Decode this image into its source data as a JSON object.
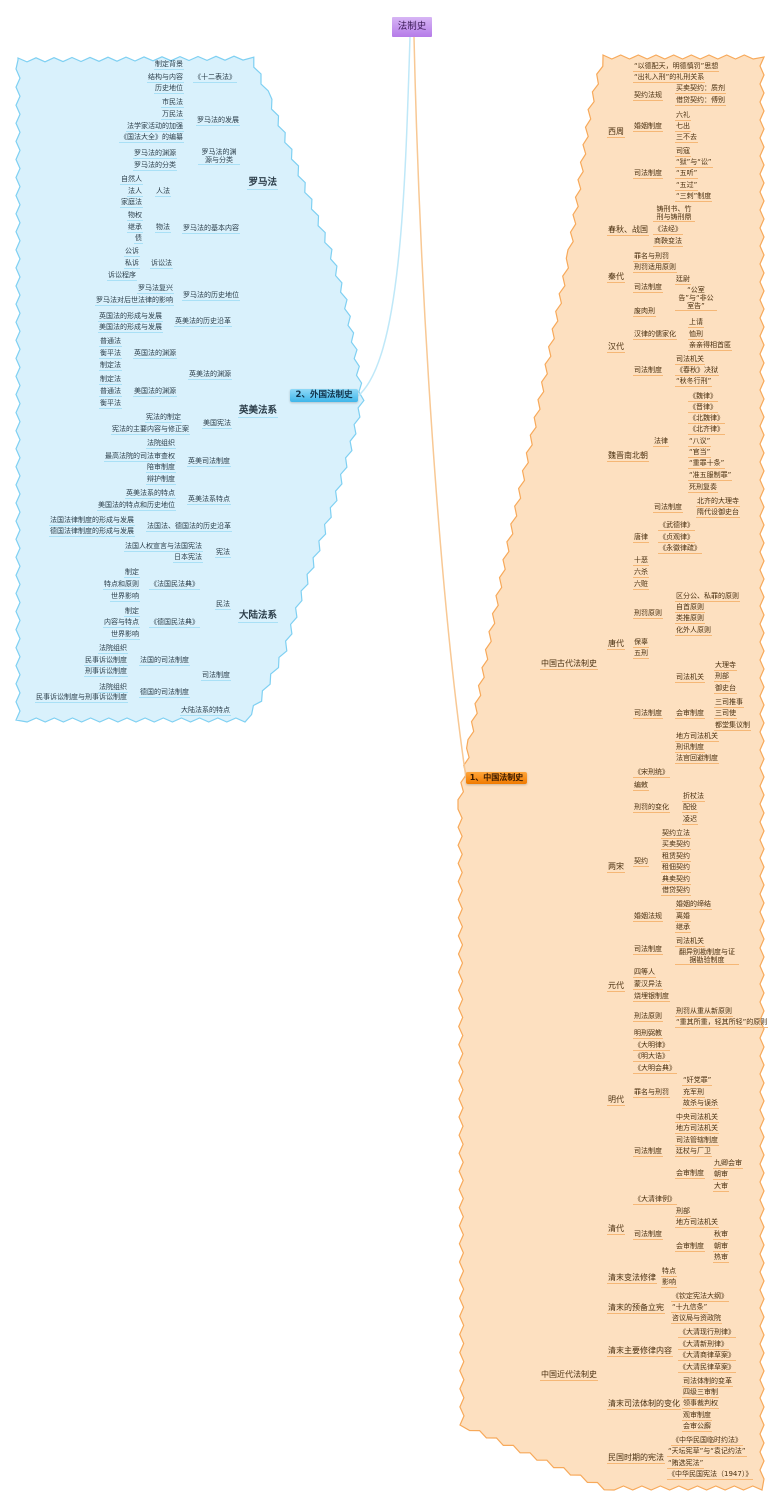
{
  "root": "法制史",
  "colors": {
    "foreign_fill": "#d9f1fc",
    "foreign_border": "#7fd0f2",
    "china_fill": "#fde0c0",
    "china_border": "#f7a95a",
    "root": "#c08cf0"
  },
  "foreign": {
    "label": "2、外国法制史",
    "children": [
      {
        "label": "罗马法",
        "children": [
          {
            "label": "《十二表法》",
            "children": [
              {
                "label": "制定背景"
              },
              {
                "label": "结构与内容"
              },
              {
                "label": "历史地位"
              }
            ]
          },
          {
            "label": "罗马法的发展",
            "children": [
              {
                "label": "市民法"
              },
              {
                "label": "万民法"
              },
              {
                "label": "法学家活动的加强"
              },
              {
                "label": "《国法大全》的编纂"
              }
            ]
          },
          {
            "label": "罗马法的渊源与分类",
            "children": [
              {
                "label": "罗马法的渊源"
              },
              {
                "label": "罗马法的分类"
              }
            ]
          },
          {
            "label": "罗马法的基本内容",
            "children": [
              {
                "label": "人法",
                "children": [
                  {
                    "label": "自然人"
                  },
                  {
                    "label": "法人"
                  },
                  {
                    "label": "家庭法"
                  }
                ]
              },
              {
                "label": "物法",
                "children": [
                  {
                    "label": "物权"
                  },
                  {
                    "label": "继承"
                  },
                  {
                    "label": "债"
                  }
                ]
              },
              {
                "label": "诉讼法",
                "children": [
                  {
                    "label": "公诉"
                  },
                  {
                    "label": "私诉"
                  },
                  {
                    "label": "诉讼程序"
                  }
                ]
              }
            ]
          },
          {
            "label": "罗马法的历史地位",
            "children": [
              {
                "label": "罗马法复兴"
              },
              {
                "label": "罗马法对后世法律的影响"
              }
            ]
          }
        ]
      },
      {
        "label": "英美法系",
        "children": [
          {
            "label": "英美法的历史沿革",
            "children": [
              {
                "label": "英国法的形成与发展"
              },
              {
                "label": "美国法的形成与发展"
              }
            ]
          },
          {
            "label": "英美法的渊源",
            "children": [
              {
                "label": "英国法的渊源",
                "children": [
                  {
                    "label": "普通法"
                  },
                  {
                    "label": "衡平法"
                  },
                  {
                    "label": "制定法"
                  }
                ]
              },
              {
                "label": "美国法的渊源",
                "children": [
                  {
                    "label": "制定法"
                  },
                  {
                    "label": "普通法"
                  },
                  {
                    "label": "衡平法"
                  }
                ]
              }
            ]
          },
          {
            "label": "美国宪法",
            "children": [
              {
                "label": "宪法的制定"
              },
              {
                "label": "宪法的主要内容与修正案"
              }
            ]
          },
          {
            "label": "英美司法制度",
            "children": [
              {
                "label": "法院组织"
              },
              {
                "label": "最高法院的司法审查权"
              },
              {
                "label": "陪审制度"
              },
              {
                "label": "辩护制度"
              }
            ]
          },
          {
            "label": "英美法系特点",
            "children": [
              {
                "label": "英美法系的特点"
              },
              {
                "label": "美国法的特点和历史地位"
              }
            ]
          }
        ]
      },
      {
        "label": "大陆法系",
        "children": [
          {
            "label": "法国法、德国法的历史沿革",
            "children": [
              {
                "label": "法国法律制度的形成与发展"
              },
              {
                "label": "德国法律制度的形成与发展"
              }
            ]
          },
          {
            "label": "宪法",
            "children": [
              {
                "label": "法国人权宣言与法国宪法"
              },
              {
                "label": "日本宪法"
              }
            ]
          },
          {
            "label": "民法",
            "children": [
              {
                "label": "《法国民法典》",
                "children": [
                  {
                    "label": "制定"
                  },
                  {
                    "label": "特点和原则"
                  },
                  {
                    "label": "世界影响"
                  }
                ]
              },
              {
                "label": "《德国民法典》",
                "children": [
                  {
                    "label": "制定"
                  },
                  {
                    "label": "内容与特点"
                  },
                  {
                    "label": "世界影响"
                  }
                ]
              }
            ]
          },
          {
            "label": "司法制度",
            "children": [
              {
                "label": "法国的司法制度",
                "children": [
                  {
                    "label": "法院组织"
                  },
                  {
                    "label": "民事诉讼制度"
                  },
                  {
                    "label": "刑事诉讼制度"
                  }
                ]
              },
              {
                "label": "德国的司法制度",
                "children": [
                  {
                    "label": "法院组织"
                  },
                  {
                    "label": "民事诉讼制度与刑事诉讼制度"
                  }
                ]
              }
            ]
          },
          {
            "label": "大陆法系的特点"
          }
        ]
      }
    ]
  },
  "china": {
    "label": "1、中国法制史",
    "children": [
      {
        "label": "中国古代法制史",
        "children": [
          {
            "label": "西周",
            "children": [
              {
                "label": "“以德配天，明德慎罚”思想"
              },
              {
                "label": "“出礼入刑”的礼刑关系"
              },
              {
                "label": "契约法规",
                "children": [
                  {
                    "label": "买卖契约：质剂"
                  },
                  {
                    "label": "借贷契约：傅别"
                  }
                ]
              },
              {
                "label": "婚姻制度",
                "children": [
                  {
                    "label": "六礼"
                  },
                  {
                    "label": "七出"
                  },
                  {
                    "label": "三不去"
                  }
                ]
              },
              {
                "label": "司法制度",
                "children": [
                  {
                    "label": "司寇"
                  },
                  {
                    "label": "“狱”与“讼”"
                  },
                  {
                    "label": "“五听”"
                  },
                  {
                    "label": "“五过”"
                  },
                  {
                    "label": "“三刺”制度"
                  }
                ]
              }
            ]
          },
          {
            "label": "春秋、战国",
            "children": [
              {
                "label": "铸刑书、竹刑与铸刑鼎"
              },
              {
                "label": "《法经》"
              },
              {
                "label": "商鞅变法"
              }
            ]
          },
          {
            "label": "秦代",
            "children": [
              {
                "label": "罪名与刑罚"
              },
              {
                "label": "刑罚适用原则"
              },
              {
                "label": "司法制度",
                "children": [
                  {
                    "label": "廷尉"
                  },
                  {
                    "label": "“公室告”与“非公室告”"
                  }
                ]
              }
            ]
          },
          {
            "label": "汉代",
            "children": [
              {
                "label": "废肉刑"
              },
              {
                "label": "汉律的儒家化",
                "children": [
                  {
                    "label": "上请"
                  },
                  {
                    "label": "恤刑"
                  },
                  {
                    "label": "亲亲得相首匿"
                  }
                ]
              },
              {
                "label": "司法制度",
                "children": [
                  {
                    "label": "司法机关"
                  },
                  {
                    "label": "《春秋》决狱"
                  },
                  {
                    "label": "“秋冬行刑”"
                  }
                ]
              }
            ]
          },
          {
            "label": "魏晋南北朝",
            "children": [
              {
                "label": "法律",
                "children": [
                  {
                    "label": "《魏律》"
                  },
                  {
                    "label": "《晋律》"
                  },
                  {
                    "label": "《北魏律》"
                  },
                  {
                    "label": "《北齐律》"
                  },
                  {
                    "label": "“八议”"
                  },
                  {
                    "label": "“官当”"
                  },
                  {
                    "label": "“重罪十条”"
                  },
                  {
                    "label": "“准五服制罪”"
                  },
                  {
                    "label": "死刑复奏"
                  }
                ]
              },
              {
                "label": "司法制度",
                "children": [
                  {
                    "label": "北齐的大理寺"
                  },
                  {
                    "label": "隋代设御史台"
                  }
                ]
              }
            ]
          },
          {
            "label": "唐代",
            "children": [
              {
                "label": "唐律",
                "children": [
                  {
                    "label": "《武德律》"
                  },
                  {
                    "label": "《贞观律》"
                  },
                  {
                    "label": "《永徽律疏》"
                  }
                ]
              },
              {
                "label": "十恶"
              },
              {
                "label": "六杀"
              },
              {
                "label": "六赃"
              },
              {
                "label": "刑罚原则",
                "children": [
                  {
                    "label": "区分公、私罪的原则"
                  },
                  {
                    "label": "自首原则"
                  },
                  {
                    "label": "类推原则"
                  },
                  {
                    "label": "化外人原则"
                  }
                ]
              },
              {
                "label": "保辜"
              },
              {
                "label": "五刑"
              },
              {
                "label": "司法制度",
                "children": [
                  {
                    "label": "司法机关",
                    "children": [
                      {
                        "label": "大理寺"
                      },
                      {
                        "label": "刑部"
                      },
                      {
                        "label": "御史台"
                      }
                    ]
                  },
                  {
                    "label": "会审制度",
                    "children": [
                      {
                        "label": "三司推事"
                      },
                      {
                        "label": "三司使"
                      },
                      {
                        "label": "都堂集议制"
                      }
                    ]
                  },
                  {
                    "label": "地方司法机关"
                  },
                  {
                    "label": "刑讯制度"
                  },
                  {
                    "label": "法官回避制度"
                  }
                ]
              }
            ]
          },
          {
            "label": "两宋",
            "children": [
              {
                "label": "《宋刑统》"
              },
              {
                "label": "编敕"
              },
              {
                "label": "刑罚的变化",
                "children": [
                  {
                    "label": "折杖法"
                  },
                  {
                    "label": "配役"
                  },
                  {
                    "label": "凌迟"
                  }
                ]
              },
              {
                "label": "契约",
                "children": [
                  {
                    "label": "契约立法"
                  },
                  {
                    "label": "买卖契约"
                  },
                  {
                    "label": "租赁契约"
                  },
                  {
                    "label": "租佃契约"
                  },
                  {
                    "label": "典卖契约"
                  },
                  {
                    "label": "借贷契约"
                  }
                ]
              },
              {
                "label": "婚姻法规",
                "children": [
                  {
                    "label": "婚姻的缔结"
                  },
                  {
                    "label": "离婚"
                  },
                  {
                    "label": "继承"
                  }
                ]
              },
              {
                "label": "司法制度",
                "children": [
                  {
                    "label": "司法机关"
                  },
                  {
                    "label": "翻异别勘制度与证据勘验制度"
                  }
                ]
              }
            ]
          },
          {
            "label": "元代",
            "children": [
              {
                "label": "四等人"
              },
              {
                "label": "蒙汉异法"
              },
              {
                "label": "烧埋银制度"
              }
            ]
          },
          {
            "label": "明代",
            "children": [
              {
                "label": "刑法原则",
                "children": [
                  {
                    "label": "刑罚从重从新原则"
                  },
                  {
                    "label": "“重其所重，轻其所轻”的原则"
                  }
                ]
              },
              {
                "label": "明刑弼教"
              },
              {
                "label": "《大明律》"
              },
              {
                "label": "《明大诰》"
              },
              {
                "label": "《大明会典》"
              },
              {
                "label": "罪名与刑罚",
                "children": [
                  {
                    "label": "“奸党罪”"
                  },
                  {
                    "label": "充军刑"
                  },
                  {
                    "label": "故杀与误杀"
                  }
                ]
              },
              {
                "label": "司法制度",
                "children": [
                  {
                    "label": "中央司法机关"
                  },
                  {
                    "label": "地方司法机关"
                  },
                  {
                    "label": "司法管辖制度"
                  },
                  {
                    "label": "廷杖与厂卫"
                  },
                  {
                    "label": "会审制度",
                    "children": [
                      {
                        "label": "九卿会审"
                      },
                      {
                        "label": "朝审"
                      },
                      {
                        "label": "大审"
                      }
                    ]
                  }
                ]
              }
            ]
          },
          {
            "label": "清代",
            "children": [
              {
                "label": "《大清律例》"
              },
              {
                "label": "司法制度",
                "children": [
                  {
                    "label": "刑部"
                  },
                  {
                    "label": "地方司法机关"
                  },
                  {
                    "label": "会审制度",
                    "children": [
                      {
                        "label": "秋审"
                      },
                      {
                        "label": "朝审"
                      },
                      {
                        "label": "热审"
                      }
                    ]
                  }
                ]
              }
            ]
          }
        ]
      },
      {
        "label": "中国近代法制史",
        "children": [
          {
            "label": "清末变法修律",
            "children": [
              {
                "label": "特点"
              },
              {
                "label": "影响"
              }
            ]
          },
          {
            "label": "清末的预备立宪",
            "children": [
              {
                "label": "《钦定宪法大纲》"
              },
              {
                "label": "“十九信条”"
              },
              {
                "label": "咨议局与资政院"
              }
            ]
          },
          {
            "label": "清末主要修律内容",
            "children": [
              {
                "label": "《大清现行刑律》"
              },
              {
                "label": "《大清新刑律》"
              },
              {
                "label": "《大清商律草案》"
              },
              {
                "label": "《大清民律草案》"
              }
            ]
          },
          {
            "label": "清末司法体制的变化",
            "children": [
              {
                "label": "司法体制的变革"
              },
              {
                "label": "四级三审制"
              },
              {
                "label": "领事裁判权"
              },
              {
                "label": "观审制度"
              },
              {
                "label": "会审公廨"
              }
            ]
          },
          {
            "label": "民国时期的宪法",
            "children": [
              {
                "label": "《中华民国临时约法》"
              },
              {
                "label": "“天坛宪草”与“袁记约法”"
              },
              {
                "label": "“贿选宪法”"
              },
              {
                "label": "《中华民国宪法（1947）》"
              }
            ]
          }
        ]
      }
    ]
  }
}
